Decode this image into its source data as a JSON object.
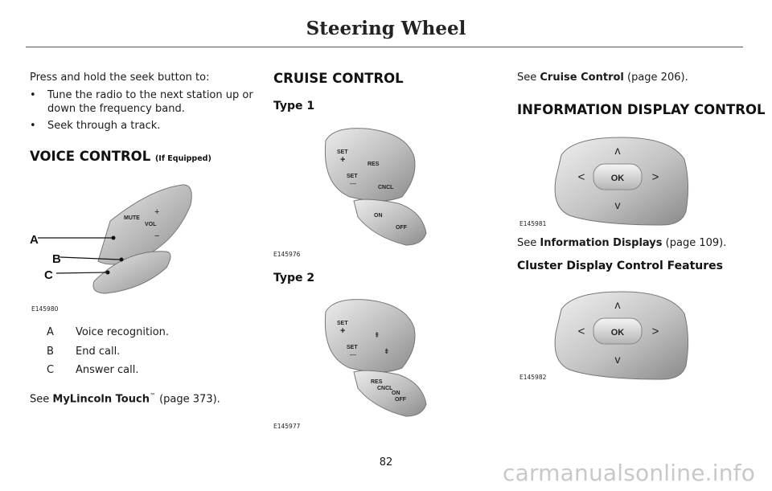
{
  "header": {
    "title": "Steering Wheel"
  },
  "col1": {
    "intro": "Press and hold the seek button to:",
    "bullets": [
      "Tune the radio to the next station up or",
      "down the frequency band.",
      "Seek through a track."
    ],
    "bullet_char": "•",
    "voice_heading": "VOICE CONTROL",
    "voice_heading_note": "(If Equipped)",
    "figure_id": "E145980",
    "callouts": {
      "a": "A",
      "b": "B",
      "c": "C"
    },
    "legend": [
      {
        "key": "A",
        "text": "Voice recognition."
      },
      {
        "key": "B",
        "text": "End call."
      },
      {
        "key": "C",
        "text": "Answer call."
      }
    ],
    "see_prefix": "See ",
    "see_link": "MyLincoln Touch",
    "see_tm": "™",
    "see_suffix": " (page 373)."
  },
  "col2": {
    "heading": "CRUISE CONTROL",
    "type1": "Type 1",
    "type2": "Type 2",
    "fig1_id": "E145976",
    "fig2_id": "E145977",
    "labels": {
      "set": "SET",
      "plus": "+",
      "minus": "—",
      "res": "RES",
      "cncl": "CNCL",
      "on": "ON",
      "off": "OFF"
    }
  },
  "col3": {
    "see_prefix": "See ",
    "see_link": "Cruise Control",
    "see_suffix": " (page 206).",
    "heading": "INFORMATION DISPLAY CONTROL",
    "fig1_id": "E145981",
    "see2_link": "Information Displays",
    "see2_suffix": " (page 109).",
    "subheading": "Cluster Display Control Features",
    "fig2_id": "E145982",
    "ok": "OK",
    "mute": "MUTE",
    "vol": "VOL"
  },
  "page_number": "82",
  "watermark": "carmanualsonline.info"
}
